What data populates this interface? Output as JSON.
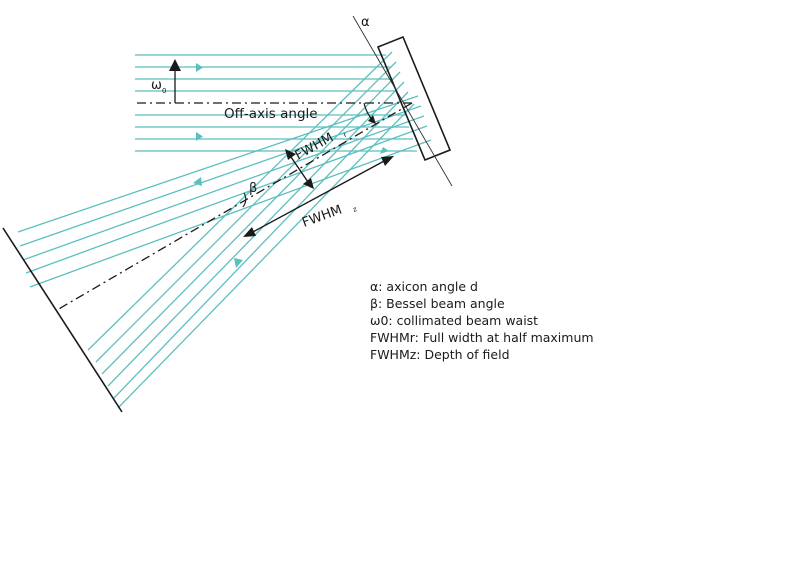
{
  "labels": {
    "alpha": "α",
    "omega": "ω",
    "omega_sub": "0",
    "off_axis": "Off-axis angle",
    "fwhm_r": "FWHM",
    "fwhm_r_sub": "r",
    "beta": "β",
    "fwhm_z": "FWHM",
    "fwhm_z_sub": "z"
  },
  "legend": [
    "α: axicon angle d",
    "β: Bessel beam angle",
    "ω0: collimated beam waist",
    "FWHMr: Full width at half maximum",
    "FWHMz: Depth of field"
  ],
  "colors": {
    "beam": "#5cbfbf",
    "ink": "#1a1a1a"
  }
}
